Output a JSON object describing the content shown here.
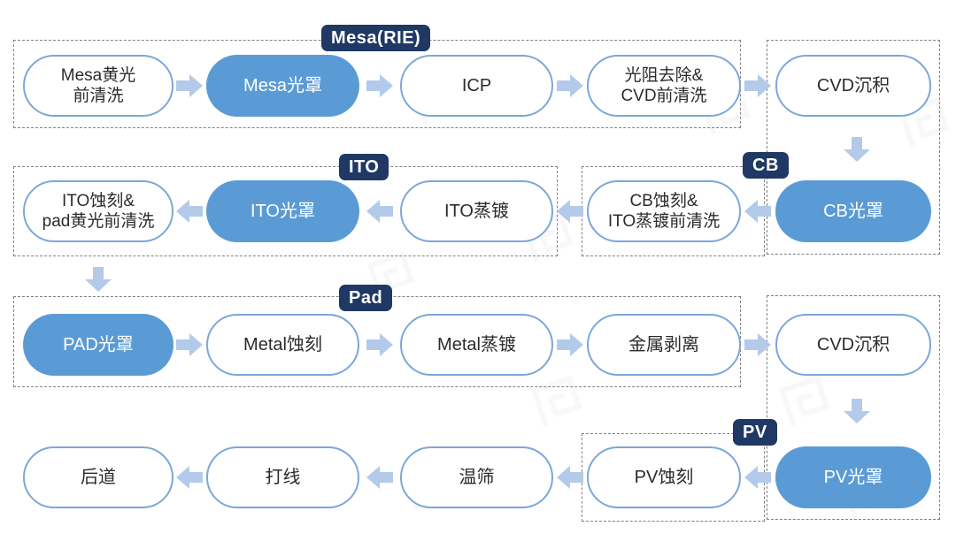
{
  "diagram": {
    "groups": {
      "mesa": {
        "label": "Mesa(RIE)"
      },
      "ito": {
        "label": "ITO"
      },
      "cb": {
        "label": "CB"
      },
      "pad": {
        "label": "Pad"
      },
      "pv": {
        "label": "PV"
      }
    },
    "nodes": {
      "mesa_pre_clean": {
        "l1": "Mesa黄光",
        "l2": "前清洗"
      },
      "mesa_mask": {
        "l1": "Mesa光罩"
      },
      "icp": {
        "l1": "ICP"
      },
      "pr_strip_cvd_clean": {
        "l1": "光阻去除&",
        "l2": "CVD前清洗"
      },
      "cvd_dep_1": {
        "l1": "CVD沉积"
      },
      "cb_mask": {
        "l1": "CB光罩"
      },
      "cb_etch_ito_clean": {
        "l1": "CB蚀刻&",
        "l2": "ITO蒸镀前清洗"
      },
      "ito_evap": {
        "l1": "ITO蒸镀"
      },
      "ito_mask": {
        "l1": "ITO光罩"
      },
      "ito_etch_pad_clean": {
        "l1": "ITO蚀刻&",
        "l2": "pad黄光前清洗"
      },
      "pad_mask": {
        "l1": "PAD光罩"
      },
      "metal_etch": {
        "l1": "Metal蚀刻"
      },
      "metal_evap": {
        "l1": "Metal蒸镀"
      },
      "metal_liftoff": {
        "l1": "金属剥离"
      },
      "cvd_dep_2": {
        "l1": "CVD沉积"
      },
      "pv_mask": {
        "l1": "PV光罩"
      },
      "pv_etch": {
        "l1": "PV蚀刻"
      },
      "temp_screen": {
        "l1": "温筛"
      },
      "wire_bond": {
        "l1": "打线"
      },
      "back_end": {
        "l1": "后道"
      }
    },
    "colors": {
      "background": "#FFFFFF",
      "highlight_fill": "#5B9BD5",
      "highlight_text": "#FFFFFF",
      "node_fill": "#FFFFFF",
      "node_border": "#7CA7D8",
      "node_text": "#2B2B2B",
      "arrow": "#B3CAEA",
      "group_label_bg": "#1F3864",
      "group_label_text": "#FFFFFF",
      "dashed_border": "#808080"
    }
  }
}
